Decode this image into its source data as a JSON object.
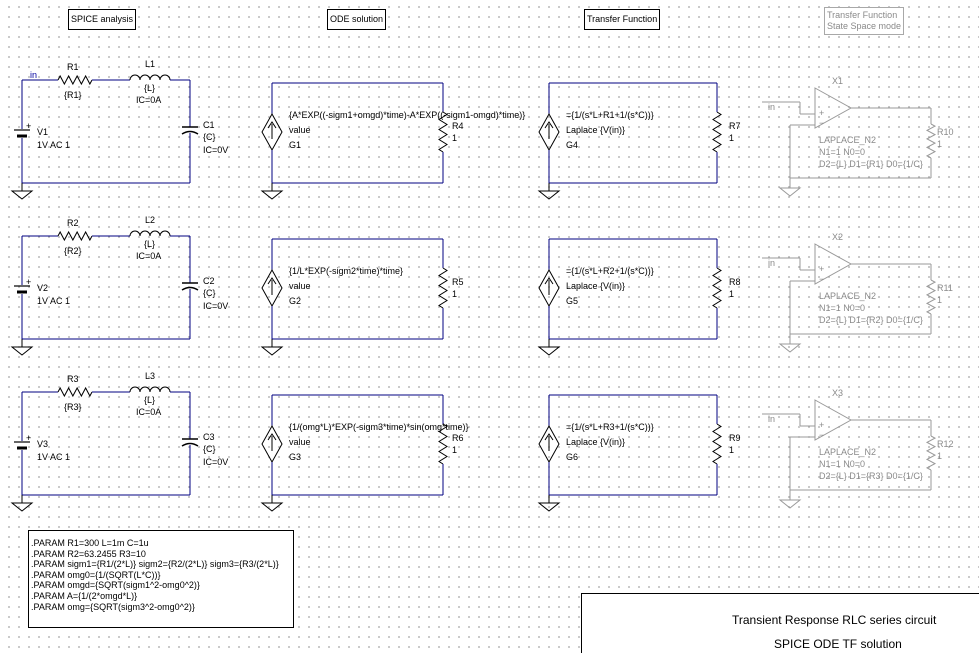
{
  "headers": {
    "spice": "SPICE analysis",
    "ode": "ODE solution",
    "tf": "Transfer Function",
    "ss_line1": "Transfer Function",
    "ss_line2": "State Space mode"
  },
  "rows": [
    {
      "net": "in",
      "r": {
        "name": "R1",
        "value": "{R1}"
      },
      "l": {
        "name": "L1",
        "value": "{L}",
        "ic": "IC=0A"
      },
      "c": {
        "name": "C1",
        "value": "{C}",
        "ic": "IC=0V"
      },
      "v": {
        "name": "V1",
        "value": "1V AC 1"
      },
      "ode": {
        "expr": "{A*EXP((-sigm1+omgd)*time)-A*EXP((-sigm1-omgd)*time)}",
        "val": "value",
        "name": "G1",
        "rname": "R4",
        "rval": "1"
      },
      "tf": {
        "expr": "={1/(s*L+R1+1/(s*C))}",
        "lap": "Laplace {V(in)}",
        "name": "G4",
        "rname": "R7",
        "rval": "1"
      },
      "ss": {
        "net": "in",
        "name": "X1",
        "model": "LAPLACE_N2",
        "n": "N1=1  N0=0",
        "d": "D2={L}  D1={R1} D0={1/C}",
        "rname": "R10",
        "rval": "1"
      }
    },
    {
      "net": "",
      "r": {
        "name": "R2",
        "value": "{R2}"
      },
      "l": {
        "name": "L2",
        "value": "{L}",
        "ic": "IC=0A"
      },
      "c": {
        "name": "C2",
        "value": "{C}",
        "ic": "IC=0V"
      },
      "v": {
        "name": "V2",
        "value": "1V AC 1"
      },
      "ode": {
        "expr": "{1/L*EXP(-sigm2*time)*time}",
        "val": "value",
        "name": "G2",
        "rname": "R5",
        "rval": "1"
      },
      "tf": {
        "expr": "={1/(s*L+R2+1/(s*C))}",
        "lap": "Laplace {V(in)}",
        "name": "G5",
        "rname": "R8",
        "rval": "1"
      },
      "ss": {
        "net": "in",
        "name": "X2",
        "model": "LAPLACE_N2",
        "n": "N1=1  N0=0",
        "d": "D2={L}  D1={R2} D0={1/C}",
        "rname": "R11",
        "rval": "1"
      }
    },
    {
      "net": "",
      "r": {
        "name": "R3",
        "value": "{R3}"
      },
      "l": {
        "name": "L3",
        "value": "{L}",
        "ic": "IC=0A"
      },
      "c": {
        "name": "C3",
        "value": "{C}",
        "ic": "IC=0V"
      },
      "v": {
        "name": "V3",
        "value": "1V AC 1"
      },
      "ode": {
        "expr": "{1/(omg*L)*EXP(-sigm3*time)*sin(omg*time)}",
        "val": "value",
        "name": "G3",
        "rname": "R6",
        "rval": "1"
      },
      "tf": {
        "expr": "={1/(s*L+R3+1/(s*C))}",
        "lap": "Laplace {V(in)}",
        "name": "G6",
        "rname": "R9",
        "rval": "1"
      },
      "ss": {
        "net": "in",
        "name": "X3",
        "model": "LAPLACE_N2",
        "n": "N1=1  N0=0",
        "d": "D2={L}  D1={R3} D0={1/C}",
        "rname": "R12",
        "rval": "1"
      }
    }
  ],
  "params": [
    ".PARAM   R1=300  L=1m  C=1u",
    ".PARAM   R2=63.2455  R3=10",
    ".PARAM  sigm1={R1/(2*L)}  sigm2={R2/(2*L)}  sigm3={R3/(2*L)}",
    ".PARAM  omg0={1/(SQRT(L*C))}",
    ".PARAM  omgd={SQRT(sigm1^2-omg0^2)}",
    ".PARAM  A={1/(2*omgd*L)}",
    ".PARAM  omg={SQRT(sigm3^2-omg0^2)}"
  ],
  "title": {
    "line1": "Transient Response RLC series circuit",
    "line2": "SPICE  ODE  TF solution"
  },
  "colors": {
    "wire": "#000080",
    "part": "#000000",
    "faded": "#9a9a9a"
  }
}
